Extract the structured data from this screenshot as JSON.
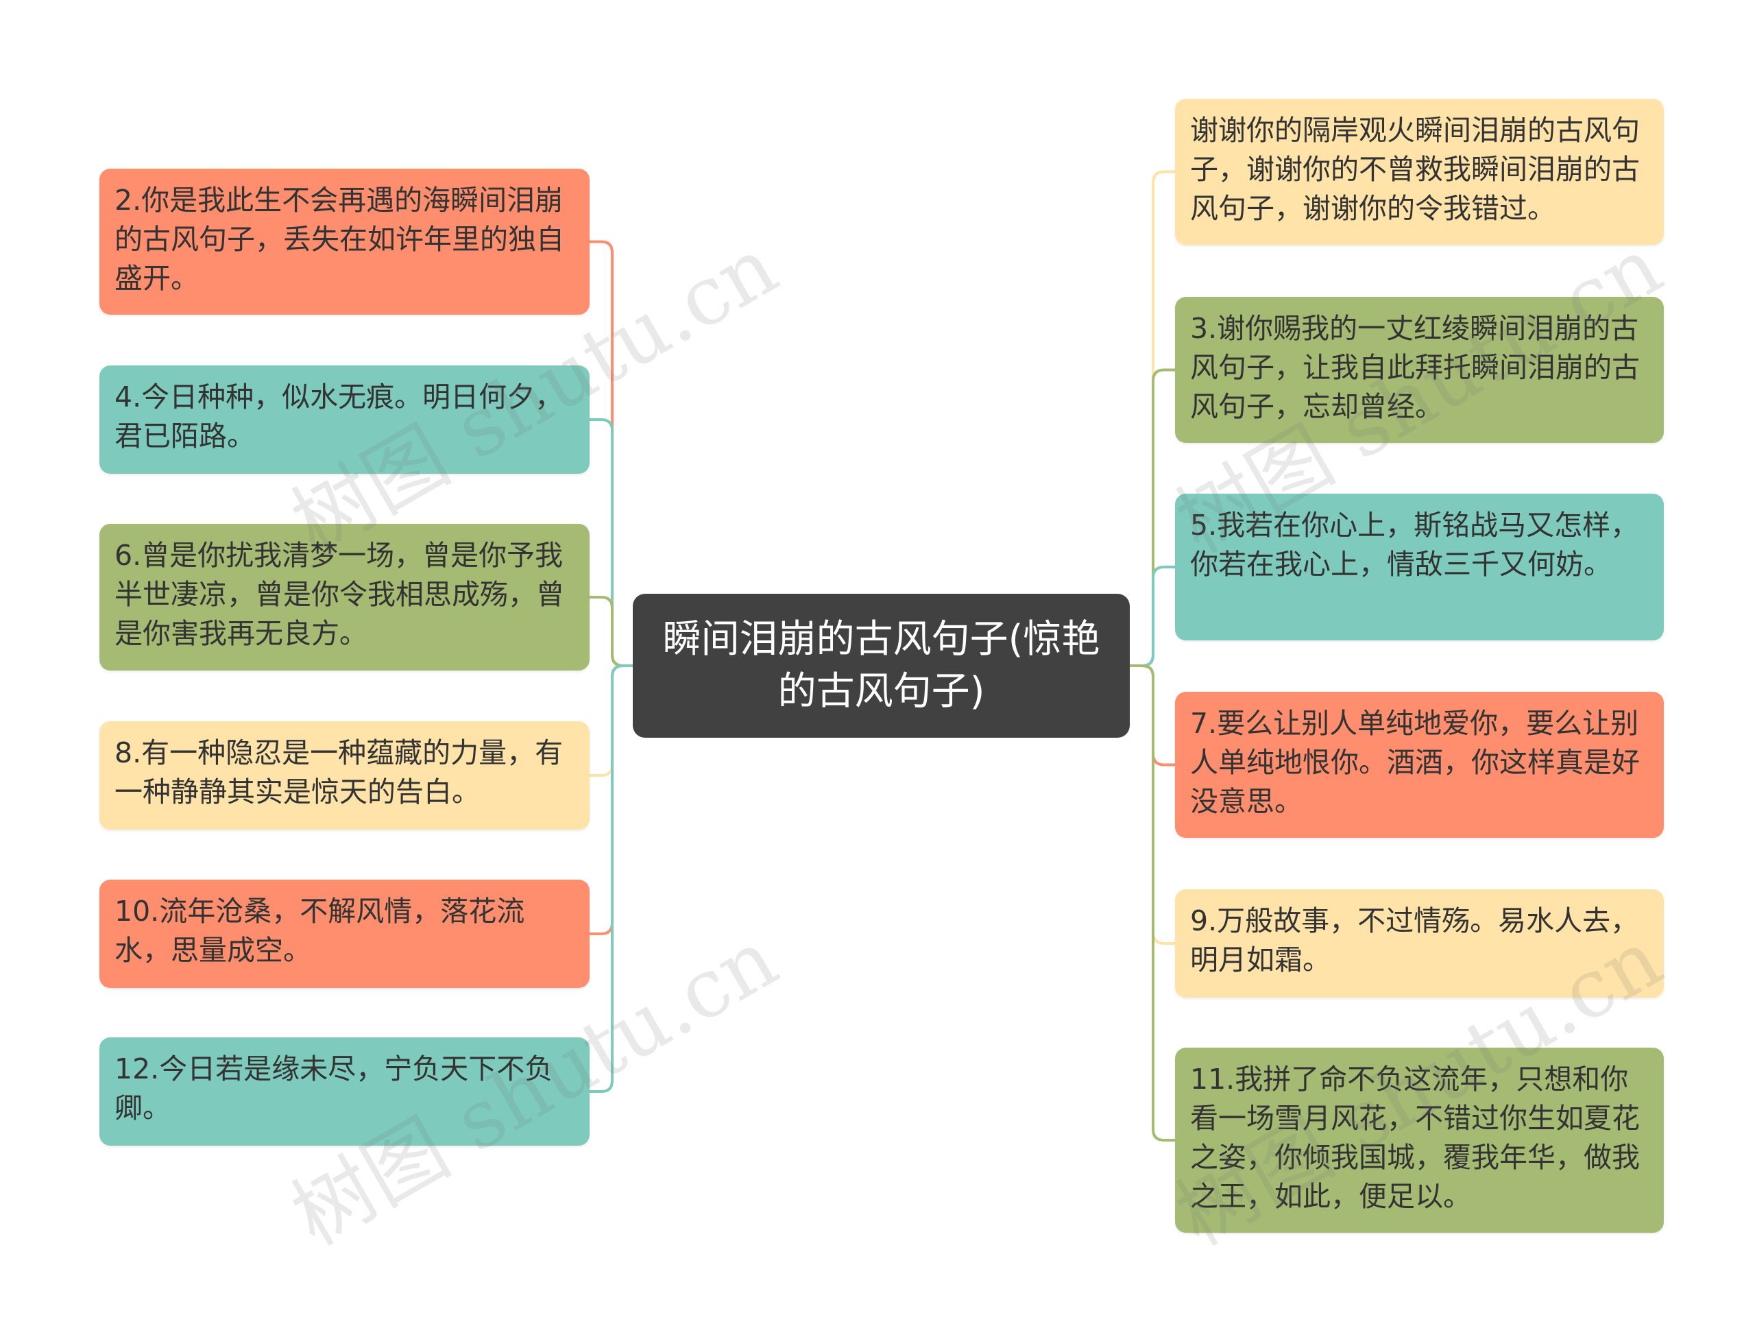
{
  "colors": {
    "orange": "#fe8e6d",
    "teal": "#7ecbbe",
    "green": "#a5bb74",
    "yellow": "#ffe3a9",
    "center": "#414141"
  },
  "center": {
    "text": "瞬间泪崩的古风句子(惊艳的古风句子)"
  },
  "left_nodes": [
    {
      "text": "2.你是我此生不会再遇的海瞬间泪崩的古风句子，丢失在如许年里的独自盛开。",
      "color": "orange"
    },
    {
      "text": "4.今日种种，似水无痕。明日何夕，君已陌路。",
      "color": "teal"
    },
    {
      "text": "6.曾是你扰我清梦一场，曾是你予我半世凄凉，曾是你令我相思成殇，曾是你害我再无良方。",
      "color": "green"
    },
    {
      "text": "8.有一种隐忍是一种蕴藏的力量，有一种静静其实是惊天的告白。",
      "color": "yellow"
    },
    {
      "text": "10.流年沧桑，不解风情，落花流水，思量成空。",
      "color": "orange"
    },
    {
      "text": "12.今日若是缘未尽，宁负天下不负卿。",
      "color": "teal"
    }
  ],
  "right_nodes": [
    {
      "text": "谢谢你的隔岸观火瞬间泪崩的古风句子，谢谢你的不曾救我瞬间泪崩的古风句子，谢谢你的令我错过。",
      "color": "yellow"
    },
    {
      "text": "3.谢你赐我的一丈红绫瞬间泪崩的古风句子，让我自此拜托瞬间泪崩的古风句子，忘却曾经。",
      "color": "green"
    },
    {
      "text": "5.我若在你心上，斯铭战马又怎样，你若在我心上，情敌三千又何妨。",
      "color": "teal"
    },
    {
      "text": "7.要么让别人单纯地爱你，要么让别人单纯地恨你。酒酒，你这样真是好没意思。",
      "color": "orange"
    },
    {
      "text": "9.万般故事，不过情殇。易水人去，明月如霜。",
      "color": "yellow"
    },
    {
      "text": "11.我拼了命不负这流年，只想和你看一场雪月风花，不错过你生如夏花之姿，你倾我国城，覆我年华，做我之王，如此，便足以。",
      "color": "green"
    }
  ],
  "watermarks": [
    "树图 shutu.cn",
    "树图 shutu.cn",
    "树图 shutu.cn",
    "树图 shutu.cn"
  ]
}
